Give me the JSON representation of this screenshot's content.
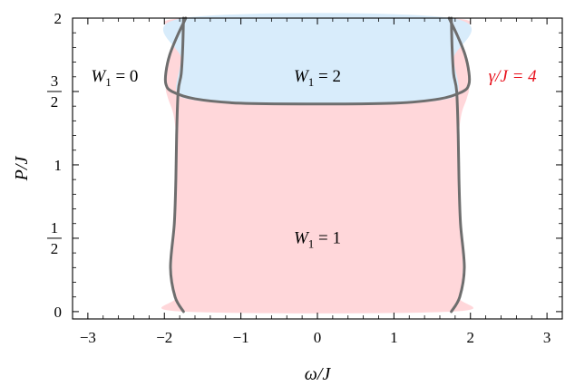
{
  "chart_data": {
    "type": "area",
    "xlabel": "ω/J",
    "ylabel": "P/J",
    "xlim": [
      -3.2,
      3.2
    ],
    "ylim": [
      -0.05,
      2.0
    ],
    "x_ticks": [
      -3,
      -2,
      -1,
      0,
      1,
      2,
      3
    ],
    "x_tick_labels": [
      "−3",
      "−2",
      "−1",
      "0",
      "1",
      "2",
      "3"
    ],
    "y_ticks": [
      0,
      0.5,
      1,
      1.5,
      2
    ],
    "y_tick_labels": [
      {
        "value": 0,
        "text": "0"
      },
      {
        "value": 0.5,
        "num": "1",
        "den": "2"
      },
      {
        "value": 1,
        "text": "1"
      },
      {
        "value": 1.5,
        "num": "3",
        "den": "2"
      },
      {
        "value": 2,
        "text": "2"
      }
    ],
    "grid": false,
    "colors": {
      "w1_one": "#ffd7da",
      "w1_two": "#d8ecfb",
      "boundary": "#6e6e6e",
      "annotation": "#e8111c"
    },
    "regions": [
      {
        "label": {
          "sym": "W",
          "sub": "1",
          "rest": " = 1"
        },
        "color": "w1_one",
        "boundary": [
          [
            -1.72,
            2.0
          ],
          [
            -1.82,
            1.9
          ],
          [
            -1.92,
            1.77
          ],
          [
            -1.97,
            1.65
          ],
          [
            -1.985,
            1.53
          ],
          [
            -1.95,
            1.45
          ],
          [
            -1.88,
            1.34
          ],
          [
            -1.84,
            1.15
          ],
          [
            -1.84,
            0.9
          ],
          [
            -1.86,
            0.6
          ],
          [
            -1.9,
            0.3
          ],
          [
            -1.85,
            0.1
          ],
          [
            -1.75,
            0.0
          ],
          [
            1.75,
            0.0
          ],
          [
            1.85,
            0.1
          ],
          [
            1.9,
            0.3
          ],
          [
            1.86,
            0.6
          ],
          [
            1.84,
            0.9
          ],
          [
            1.84,
            1.15
          ],
          [
            1.88,
            1.34
          ],
          [
            1.95,
            1.45
          ],
          [
            1.985,
            1.53
          ],
          [
            1.97,
            1.65
          ],
          [
            1.92,
            1.77
          ],
          [
            1.82,
            1.9
          ],
          [
            1.72,
            2.0
          ]
        ],
        "label_pos": [
          0.0,
          0.51
        ]
      },
      {
        "label": {
          "sym": "W",
          "sub": "1",
          "rest": " = 2"
        },
        "color": "w1_two",
        "boundary": [
          [
            -1.75,
            2.0
          ],
          [
            1.75,
            2.0
          ],
          [
            1.78,
            1.72
          ],
          [
            1.84,
            1.5
          ],
          [
            1.6,
            1.44
          ],
          [
            1.0,
            1.42
          ],
          [
            0.0,
            1.415
          ],
          [
            -1.0,
            1.42
          ],
          [
            -1.6,
            1.44
          ],
          [
            -1.84,
            1.5
          ],
          [
            -1.78,
            1.72
          ]
        ],
        "label_pos": [
          0.0,
          1.61
        ]
      }
    ],
    "annotations": [
      {
        "label": {
          "sym": "W",
          "sub": "1",
          "rest": " = 0"
        },
        "pos": [
          -2.65,
          1.61
        ],
        "color": "#000000"
      },
      {
        "text": "γ/J = 4",
        "pos": [
          2.55,
          1.61
        ],
        "color": "annotation"
      }
    ],
    "boundary_curves": [
      [
        [
          -1.75,
          2.0
        ],
        [
          -1.76,
          1.8
        ],
        [
          -1.78,
          1.62
        ],
        [
          -1.82,
          1.5
        ],
        [
          -1.84,
          1.2
        ],
        [
          -1.85,
          0.9
        ],
        [
          -1.87,
          0.6
        ],
        [
          -1.92,
          0.3
        ],
        [
          -1.86,
          0.1
        ],
        [
          -1.75,
          0.0
        ]
      ],
      [
        [
          1.75,
          2.0
        ],
        [
          1.76,
          1.8
        ],
        [
          1.78,
          1.62
        ],
        [
          1.82,
          1.5
        ],
        [
          1.84,
          1.2
        ],
        [
          1.85,
          0.9
        ],
        [
          1.87,
          0.6
        ],
        [
          1.92,
          0.3
        ],
        [
          1.86,
          0.1
        ],
        [
          1.75,
          0.0
        ]
      ],
      [
        [
          -1.72,
          2.0
        ],
        [
          -1.83,
          1.88
        ],
        [
          -1.93,
          1.75
        ],
        [
          -1.98,
          1.63
        ],
        [
          -1.98,
          1.55
        ],
        [
          -1.9,
          1.5
        ],
        [
          -1.6,
          1.45
        ],
        [
          -1.0,
          1.42
        ],
        [
          0.0,
          1.415
        ],
        [
          1.0,
          1.42
        ],
        [
          1.6,
          1.45
        ],
        [
          1.9,
          1.5
        ],
        [
          1.98,
          1.55
        ],
        [
          1.98,
          1.63
        ],
        [
          1.93,
          1.75
        ],
        [
          1.83,
          1.88
        ],
        [
          1.72,
          2.0
        ]
      ]
    ]
  }
}
